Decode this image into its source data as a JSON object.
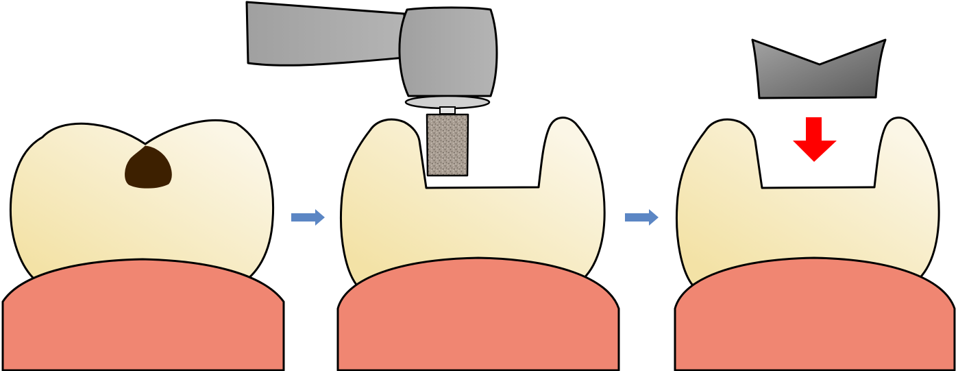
{
  "diagram": {
    "stages": [
      {
        "id": "decayed-tooth"
      },
      {
        "id": "drilled-tooth"
      },
      {
        "id": "filled-tooth"
      }
    ],
    "colors": {
      "enamel_light": "#fbf6e6",
      "enamel_dark": "#f3e2a6",
      "gum": "#f08672",
      "decay": "#3d2000",
      "handpiece_light": "#b4b4b4",
      "handpiece_mid": "#a0a0a0",
      "bur": "#a89d92",
      "inlay_light": "#a3a3a3",
      "inlay_dark": "#5a5a5a",
      "arrow_step": "#5b86c4",
      "arrow_insert": "#ff0000",
      "outline": "#000000"
    },
    "icons": [
      "step-arrow-icon",
      "dental-handpiece-icon",
      "drill-bur-icon",
      "inlay-icon",
      "insert-arrow-icon"
    ]
  }
}
